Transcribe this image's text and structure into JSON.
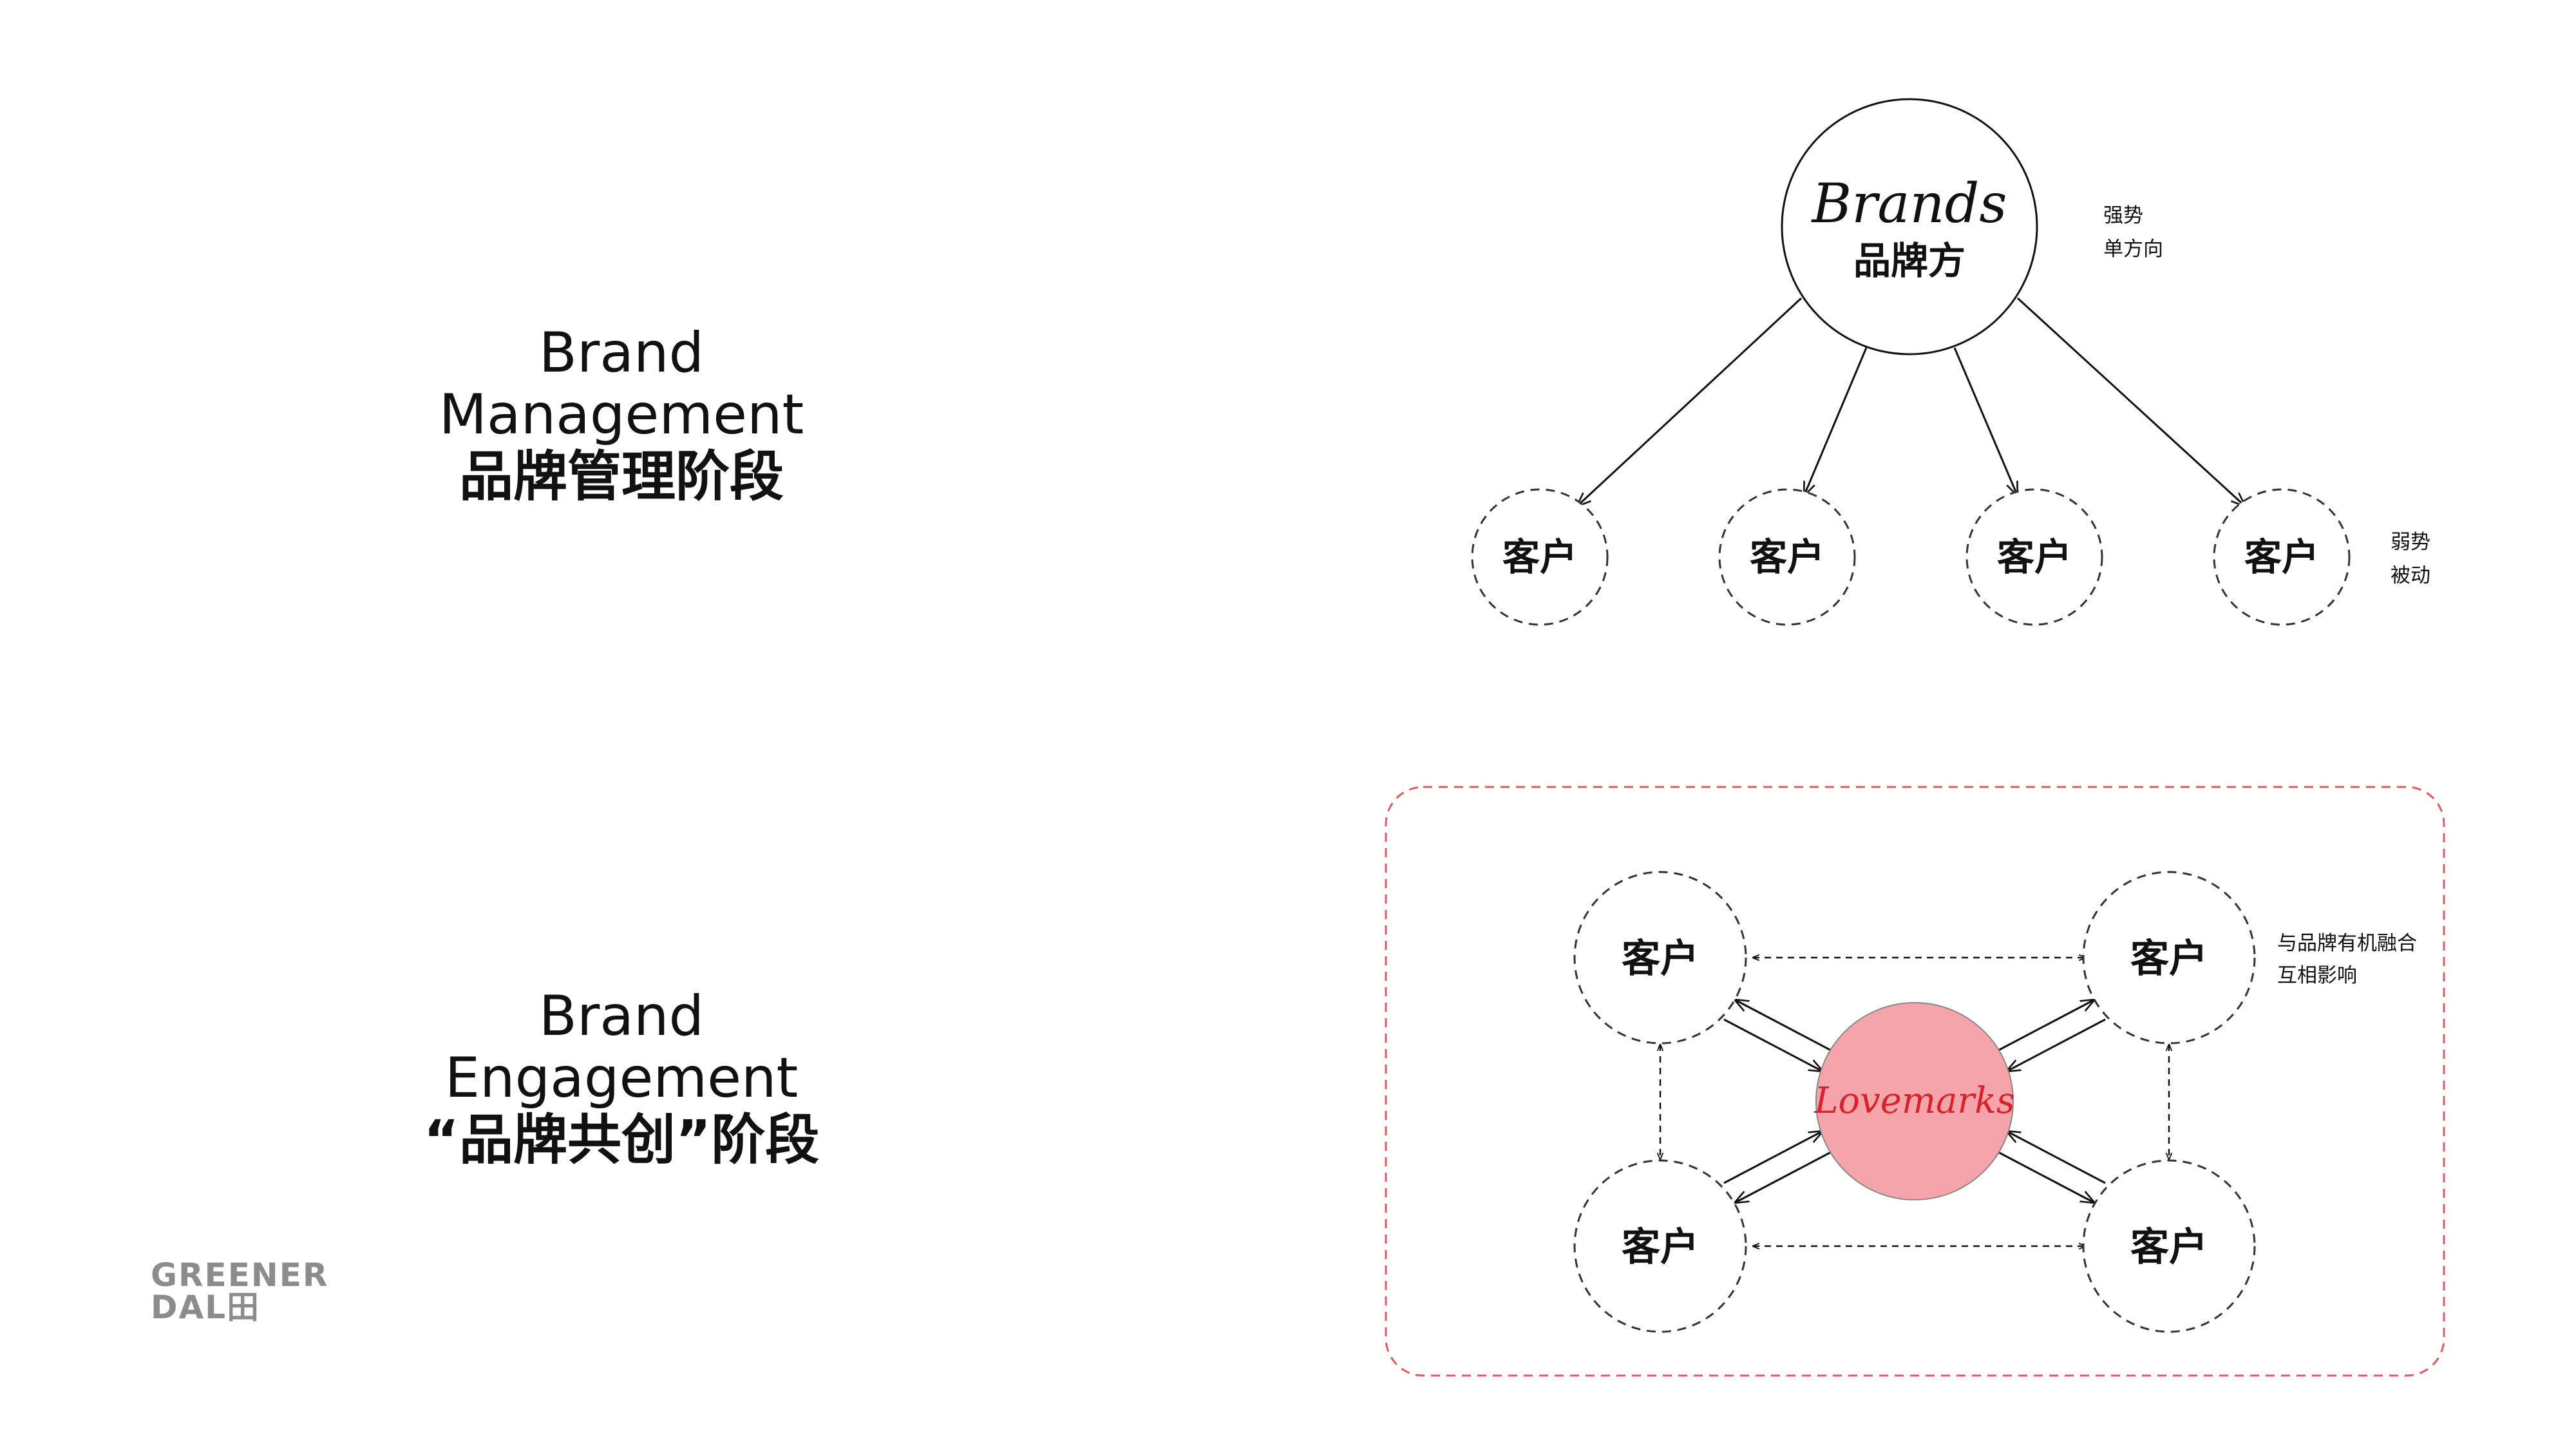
{
  "stage_management": {
    "title_en": "Brand Management",
    "title_zh": "品牌管理阶段",
    "center_node": {
      "label_en": "Brands",
      "label_zh": "品牌方"
    },
    "customer_label": "客户",
    "brand_note": [
      "强势",
      "单方向"
    ],
    "customer_note": [
      "弱势",
      "被动"
    ]
  },
  "stage_engagement": {
    "title_en": "Brand Engagement",
    "title_zh": "“品牌共创”阶段",
    "center_node": {
      "label": "Lovemarks"
    },
    "customer_label": "客户",
    "customer_note": [
      "与品牌有机融合",
      "互相影响"
    ]
  },
  "logo": {
    "line1": "GREENER",
    "line2": "DAL田"
  },
  "colors": {
    "text": "#111111",
    "line": "#111111",
    "dashed_node": "#333333",
    "lovemarks_fill": "#f4a4aa",
    "lovemarks_text": "#d8232a",
    "highlight_frame": "#e05a5f",
    "logo": "#8c8c8c"
  }
}
